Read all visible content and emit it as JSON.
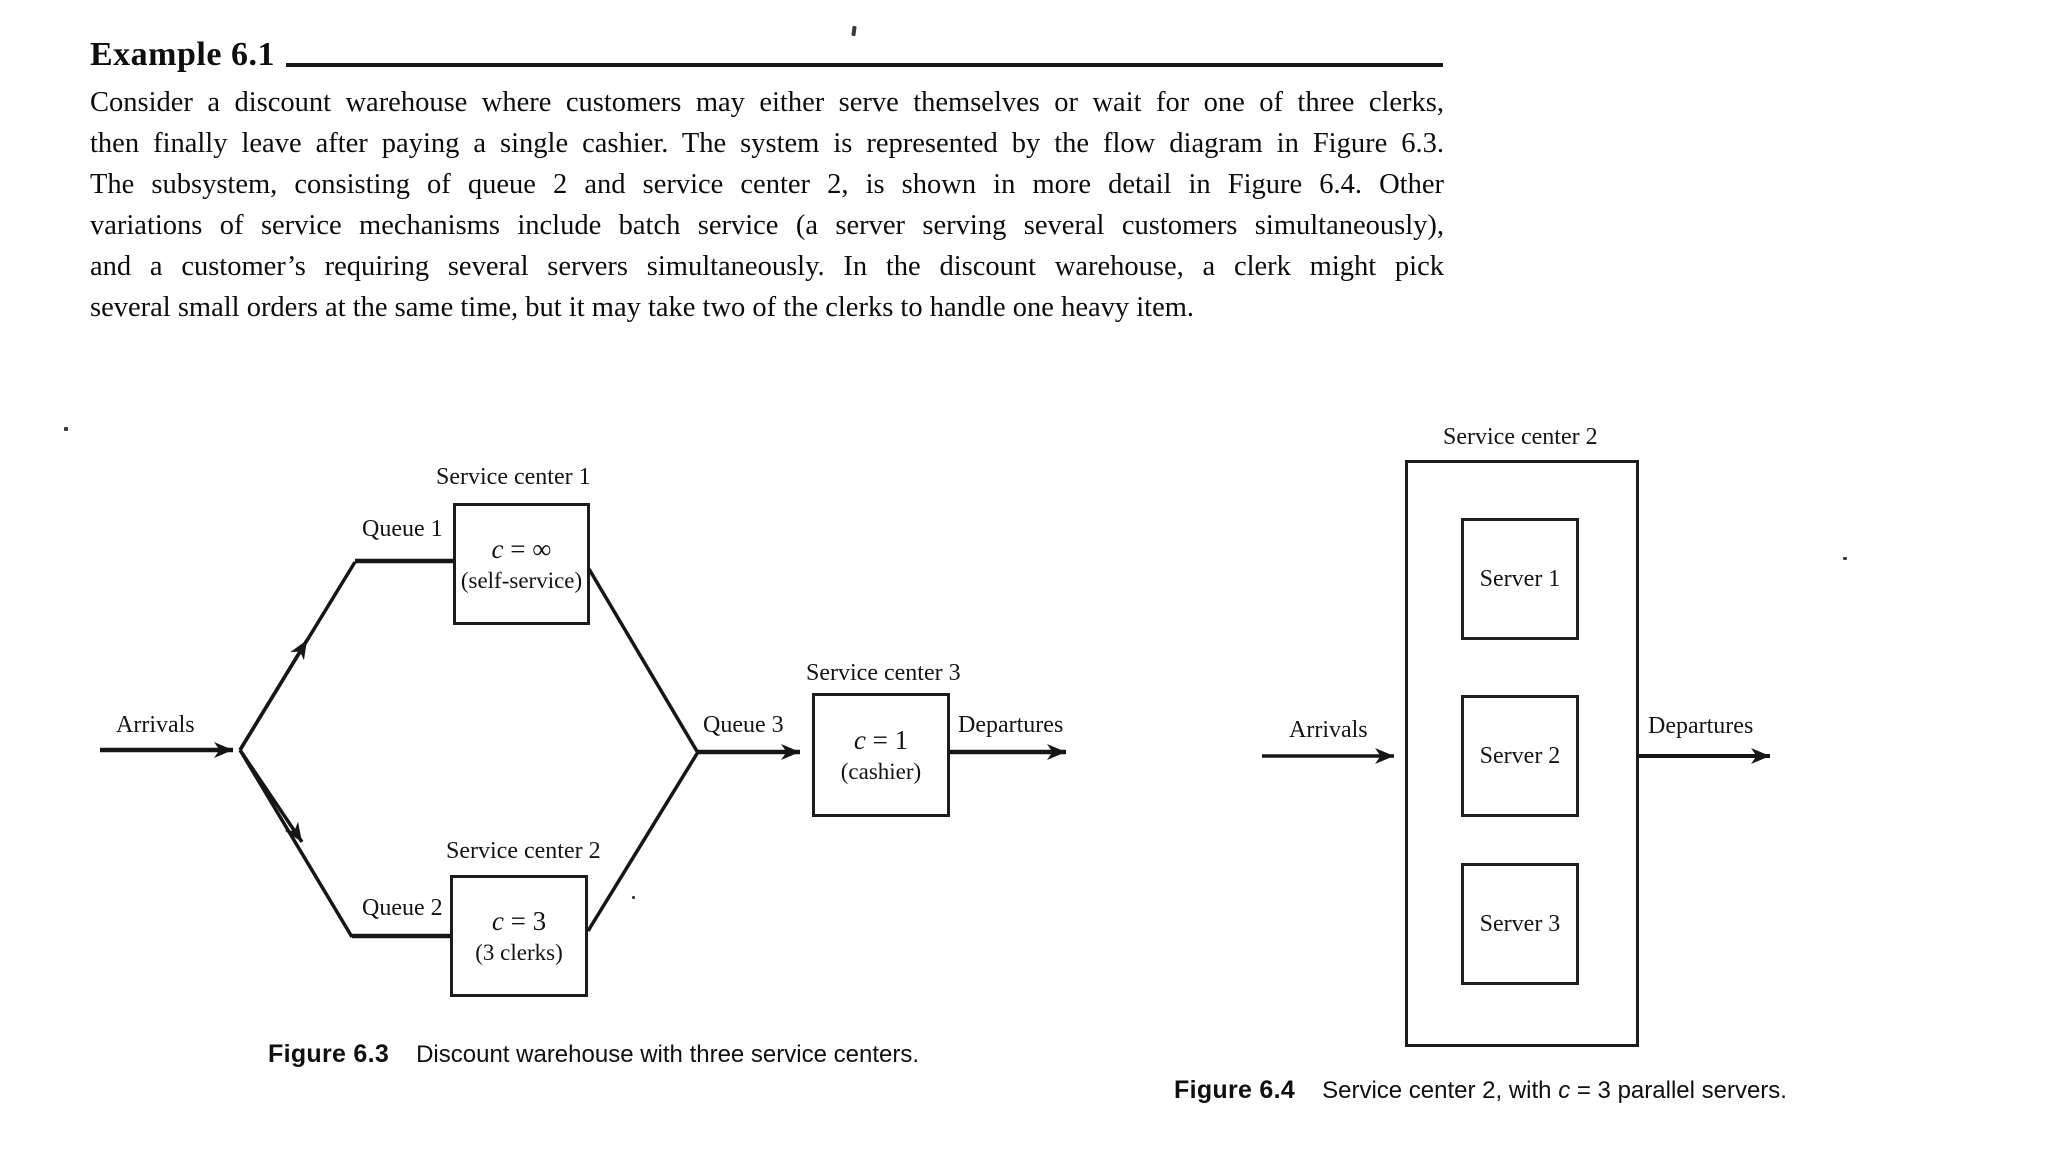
{
  "heading": {
    "title": "Example 6.1"
  },
  "paragraph": {
    "lines": [
      "Consider a discount warehouse where customers may either serve themselves or wait for one of three clerks,",
      "then finally leave after paying a single cashier. The system is represented by the flow diagram in Figure 6.3.",
      "The subsystem, consisting of queue 2 and service center 2, is shown in more detail in Figure 6.4. Other",
      "variations of service mechanisms include batch service (a server serving several customers simultaneously),",
      "and a customer’s requiring several servers simultaneously. In the discount warehouse, a clerk might pick",
      "several small orders at the same time, but it may take two of the clerks to handle one heavy item."
    ]
  },
  "figure63": {
    "arrivals": "Arrivals",
    "departures": "Departures",
    "queue1": "Queue 1",
    "queue2": "Queue 2",
    "queue3": "Queue 3",
    "center1": {
      "title": "Service center 1",
      "var": "c",
      "eq": " = ∞",
      "sub": "(self-service)"
    },
    "center2": {
      "title": "Service center 2",
      "var": "c",
      "eq": " = 3",
      "sub": "(3 clerks)"
    },
    "center3": {
      "title": "Service center 3",
      "var": "c",
      "eq": " = 1",
      "sub": "(cashier)"
    },
    "caption": {
      "label": "Figure 6.3",
      "text": "Discount warehouse with three service centers."
    }
  },
  "figure64": {
    "title": "Service center 2",
    "servers": [
      "Server 1",
      "Server 2",
      "Server 3"
    ],
    "arrivals": "Arrivals",
    "departures": "Departures",
    "caption": {
      "label": "Figure 6.4",
      "pre": "Service center 2, with ",
      "var": "c",
      "post": " = 3 parallel servers."
    }
  }
}
